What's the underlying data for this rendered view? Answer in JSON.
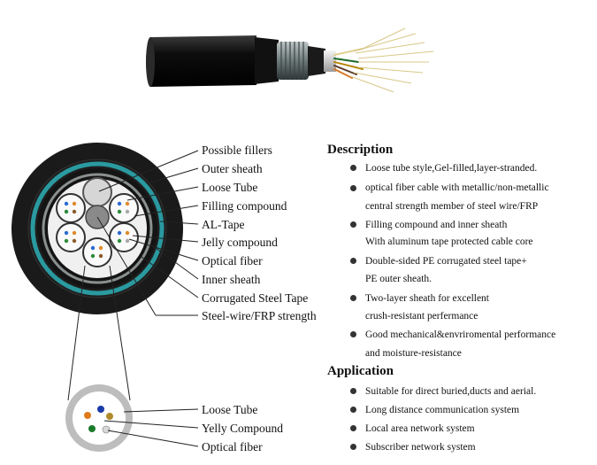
{
  "cable_labels": [
    "Possible fillers",
    "Outer sheath",
    "Loose Tube",
    "Filling compound",
    "AL-Tape",
    "Jelly compound",
    "Optical fiber",
    "Inner sheath",
    "Corrugated Steel Tape",
    "Steel-wire/FRP strength"
  ],
  "tube_labels": [
    "Loose Tube",
    "Yelly Compound",
    "Optical fiber"
  ],
  "description": {
    "heading": "Description",
    "items": [
      {
        "lines": [
          "Loose tube style,Gel-filled,layer-stranded."
        ]
      },
      {
        "lines": [
          "optical fiber cable with metallic/non-metallic",
          "central strength member of steel wire/FRP"
        ]
      },
      {
        "lines": [
          "Filling compound and inner sheath",
          "With aluminum tape protected cable core"
        ]
      },
      {
        "lines": [
          "Double-sided PE corrugated steel tape+",
          "PE outer sheath."
        ]
      },
      {
        "lines": [
          "Two-layer sheath for excellent",
          "crush-resistant perfermance"
        ]
      },
      {
        "lines": [
          "Good mechanical&envriromental performance",
          "and moisture-resistance"
        ]
      }
    ]
  },
  "application": {
    "heading": "Application",
    "items": [
      {
        "lines": [
          "Suitable for direct buried,ducts and aerial."
        ]
      },
      {
        "lines": [
          "Long distance communication system"
        ]
      },
      {
        "lines": [
          "Local area network system"
        ]
      },
      {
        "lines": [
          "Subscriber network system"
        ]
      }
    ]
  },
  "colors": {
    "sheath": "#1c1c1c",
    "al_tape": "#2a9aa0",
    "steel": "#8a8a8a",
    "tube": "#e6e6e6",
    "text": "#111111"
  }
}
